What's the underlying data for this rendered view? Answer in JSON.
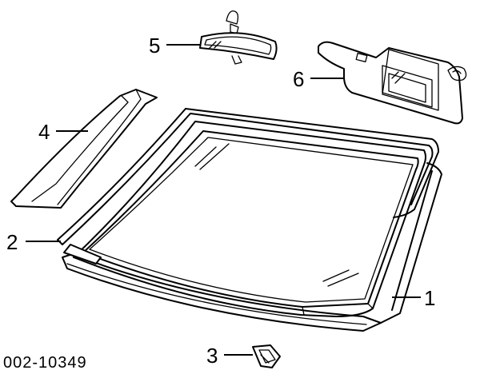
{
  "diagram": {
    "drawing_number": "002-10349",
    "callouts": [
      {
        "label": "1",
        "part": "windshield-glass"
      },
      {
        "label": "2",
        "part": "windshield-molding"
      },
      {
        "label": "3",
        "part": "molding-clip"
      },
      {
        "label": "4",
        "part": "pillar-trim"
      },
      {
        "label": "5",
        "part": "rearview-mirror"
      },
      {
        "label": "6",
        "part": "sun-visor"
      }
    ]
  }
}
